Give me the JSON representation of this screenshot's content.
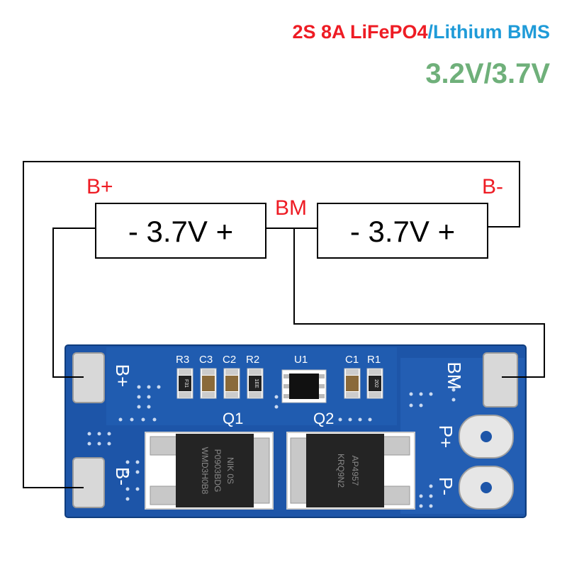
{
  "title": {
    "part1": "2S 8A LiFePO4",
    "part2": "/Lithium BMS",
    "part1_color": "#ee1c24",
    "part2_color": "#1f9bd8"
  },
  "subtitle": {
    "text": "3.2V/3.7V",
    "color": "#6fb07a"
  },
  "wiring": {
    "label_bplus": "B+",
    "label_bminus": "B-",
    "label_bm": "BM",
    "label_color": "#ee1c24",
    "cell1": "- 3.7V +",
    "cell2": "- 3.7V +"
  },
  "board": {
    "color": "#1d55a8",
    "silk": {
      "r3": "R3",
      "c3": "C3",
      "c2": "C2",
      "r2": "R2",
      "u1": "U1",
      "c1": "C1",
      "r1": "R1",
      "q1": "Q1",
      "q2": "Q2",
      "pad_bplus": "B+",
      "pad_bminus": "B-",
      "pad_bm": "BM",
      "pad_pplus": "P+",
      "pad_pminus": "P-"
    },
    "chip_text": {
      "q1_line1": "NIK 0S",
      "q1_line2": "P0903BDG",
      "q1_line3": "WMD3H0B8",
      "q2_line1": "AP4957",
      "q2_line2": "KRQ9N2",
      "r3_code": "F31",
      "r2_code": "1EE",
      "r1_code": "202"
    }
  }
}
